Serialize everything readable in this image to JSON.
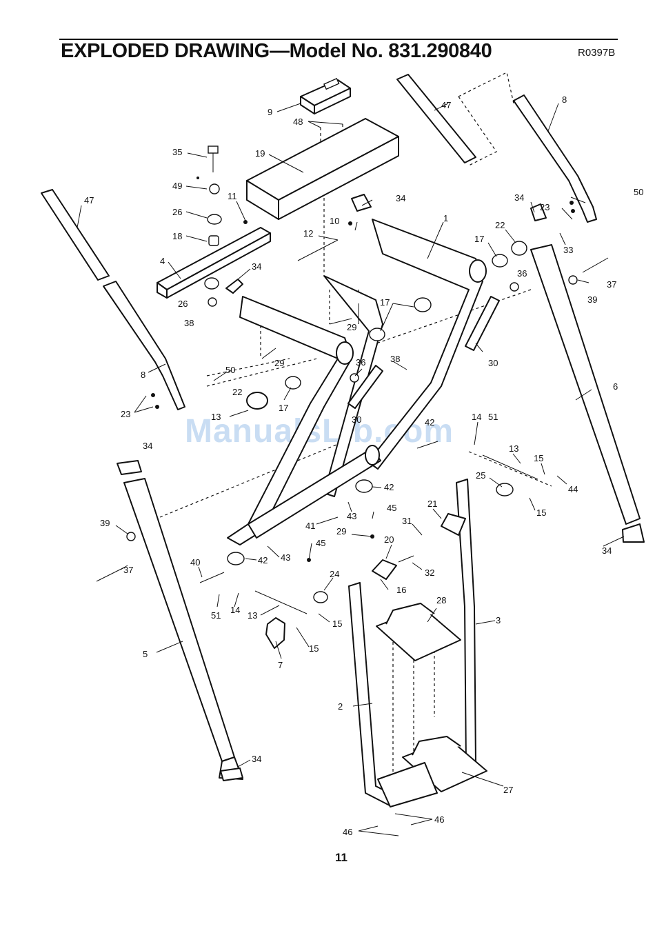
{
  "header": {
    "title": "EXPLODED DRAWING—Model No. 831.290840",
    "drawing_code": "R0397B"
  },
  "footer": {
    "page_number": "11"
  },
  "watermark": "ManualsLib.com",
  "callouts": [
    {
      "id": "c9",
      "label": "9"
    },
    {
      "id": "c48",
      "label": "48"
    },
    {
      "id": "c19",
      "label": "19"
    },
    {
      "id": "c47a",
      "label": "47"
    },
    {
      "id": "c8a",
      "label": "8"
    },
    {
      "id": "c35",
      "label": "35"
    },
    {
      "id": "c49",
      "label": "49"
    },
    {
      "id": "c11",
      "label": "11"
    },
    {
      "id": "c26a",
      "label": "26"
    },
    {
      "id": "c18",
      "label": "18"
    },
    {
      "id": "c4",
      "label": "4"
    },
    {
      "id": "c26b",
      "label": "26"
    },
    {
      "id": "c38a",
      "label": "38"
    },
    {
      "id": "c34a",
      "label": "34"
    },
    {
      "id": "c12",
      "label": "12"
    },
    {
      "id": "c10",
      "label": "10"
    },
    {
      "id": "c34b",
      "label": "34"
    },
    {
      "id": "c1",
      "label": "1"
    },
    {
      "id": "c34c",
      "label": "34"
    },
    {
      "id": "c23a",
      "label": "23"
    },
    {
      "id": "c50a",
      "label": "50"
    },
    {
      "id": "c33",
      "label": "33"
    },
    {
      "id": "c22a",
      "label": "22"
    },
    {
      "id": "c17a",
      "label": "17"
    },
    {
      "id": "c36a",
      "label": "36"
    },
    {
      "id": "c37a",
      "label": "37"
    },
    {
      "id": "c39a",
      "label": "39"
    },
    {
      "id": "c47b",
      "label": "47"
    },
    {
      "id": "c8b",
      "label": "8"
    },
    {
      "id": "c50b",
      "label": "50"
    },
    {
      "id": "c23b",
      "label": "23"
    },
    {
      "id": "c22b",
      "label": "22"
    },
    {
      "id": "c13a",
      "label": "13"
    },
    {
      "id": "c17b",
      "label": "17"
    },
    {
      "id": "c29a",
      "label": "29"
    },
    {
      "id": "c29b",
      "label": "29"
    },
    {
      "id": "c17c",
      "label": "17"
    },
    {
      "id": "c36b",
      "label": "36"
    },
    {
      "id": "c38b",
      "label": "38"
    },
    {
      "id": "c30a",
      "label": "30"
    },
    {
      "id": "c30b",
      "label": "30"
    },
    {
      "id": "c6",
      "label": "6"
    },
    {
      "id": "c34d",
      "label": "34"
    },
    {
      "id": "c14a",
      "label": "14"
    },
    {
      "id": "c51a",
      "label": "51"
    },
    {
      "id": "c42a",
      "label": "42"
    },
    {
      "id": "c13b",
      "label": "13"
    },
    {
      "id": "c15a",
      "label": "15"
    },
    {
      "id": "c44",
      "label": "44"
    },
    {
      "id": "c25",
      "label": "25"
    },
    {
      "id": "c15b",
      "label": "15"
    },
    {
      "id": "c42b",
      "label": "42"
    },
    {
      "id": "c43a",
      "label": "43"
    },
    {
      "id": "c45a",
      "label": "45"
    },
    {
      "id": "c21",
      "label": "21"
    },
    {
      "id": "c31",
      "label": "31"
    },
    {
      "id": "c41",
      "label": "41"
    },
    {
      "id": "c39b",
      "label": "39"
    },
    {
      "id": "c37b",
      "label": "37"
    },
    {
      "id": "c29c",
      "label": "29"
    },
    {
      "id": "c43b",
      "label": "43"
    },
    {
      "id": "c42c",
      "label": "42"
    },
    {
      "id": "c45b",
      "label": "45"
    },
    {
      "id": "c20",
      "label": "20"
    },
    {
      "id": "c32",
      "label": "32"
    },
    {
      "id": "c34e",
      "label": "34"
    },
    {
      "id": "c40",
      "label": "40"
    },
    {
      "id": "c24",
      "label": "24"
    },
    {
      "id": "c16",
      "label": "16"
    },
    {
      "id": "c51b",
      "label": "51"
    },
    {
      "id": "c14b",
      "label": "14"
    },
    {
      "id": "c28",
      "label": "28"
    },
    {
      "id": "c3",
      "label": "3"
    },
    {
      "id": "c13c",
      "label": "13"
    },
    {
      "id": "c15c",
      "label": "15"
    },
    {
      "id": "c15d",
      "label": "15"
    },
    {
      "id": "c7",
      "label": "7"
    },
    {
      "id": "c5",
      "label": "5"
    },
    {
      "id": "c2",
      "label": "2"
    },
    {
      "id": "c27",
      "label": "27"
    },
    {
      "id": "c34f",
      "label": "34"
    },
    {
      "id": "c46a",
      "label": "46"
    },
    {
      "id": "c46b",
      "label": "46"
    }
  ]
}
